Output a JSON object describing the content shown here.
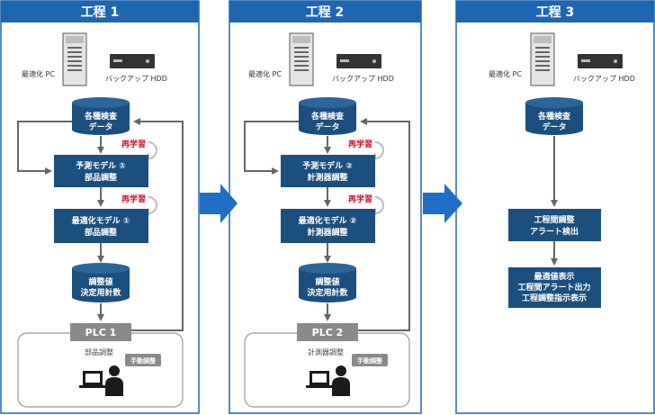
{
  "colors": {
    "header": "#1f66b0",
    "frame": "#1f66b0",
    "box": "#1b4f7e",
    "cylinder": "#1b4f7e",
    "arrow": "#666666",
    "big_arrow": "#1f6fc6",
    "plc": "#8a8a8a",
    "relearn": "#c8102e",
    "manual_badge": "#8a8a8a"
  },
  "processes": [
    {
      "title": "工程 1",
      "pc_label": "最適化 PC",
      "hdd_label": "バックアップ HDD",
      "db_label": [
        "各種検査",
        "データ"
      ],
      "relearn_1": "再学習",
      "model_1": [
        "予測モデル ①",
        "部品調整"
      ],
      "relearn_2": "再学習",
      "model_2": [
        "最適化モデル ①",
        "部品調整"
      ],
      "adjust_db": [
        "調整値",
        "決定用計数"
      ],
      "plc": "PLC 1",
      "area_label": "部品調整",
      "manual_label": "手動調整"
    },
    {
      "title": "工程 2",
      "pc_label": "最適化 PC",
      "hdd_label": "バックアップ HDD",
      "db_label": [
        "各種検査",
        "データ"
      ],
      "relearn_1": "再学習",
      "model_1": [
        "予測モデル ②",
        "計測器調整"
      ],
      "relearn_2": "再学習",
      "model_2": [
        "最適化モデル ②",
        "計測器調整"
      ],
      "adjust_db": [
        "調整値",
        "決定用計数"
      ],
      "plc": "PLC 2",
      "area_label": "計測器調整",
      "manual_label": "手動調整"
    },
    {
      "title": "工程 3",
      "pc_label": "最適化 PC",
      "hdd_label": "バックアップ HDD",
      "db_label": [
        "各種検査",
        "データ"
      ],
      "box_1": [
        "工程間調整",
        "アラート検出"
      ],
      "box_2": [
        "最適値表示",
        "工程間アラート出力",
        "工程調整指示表示"
      ]
    }
  ]
}
